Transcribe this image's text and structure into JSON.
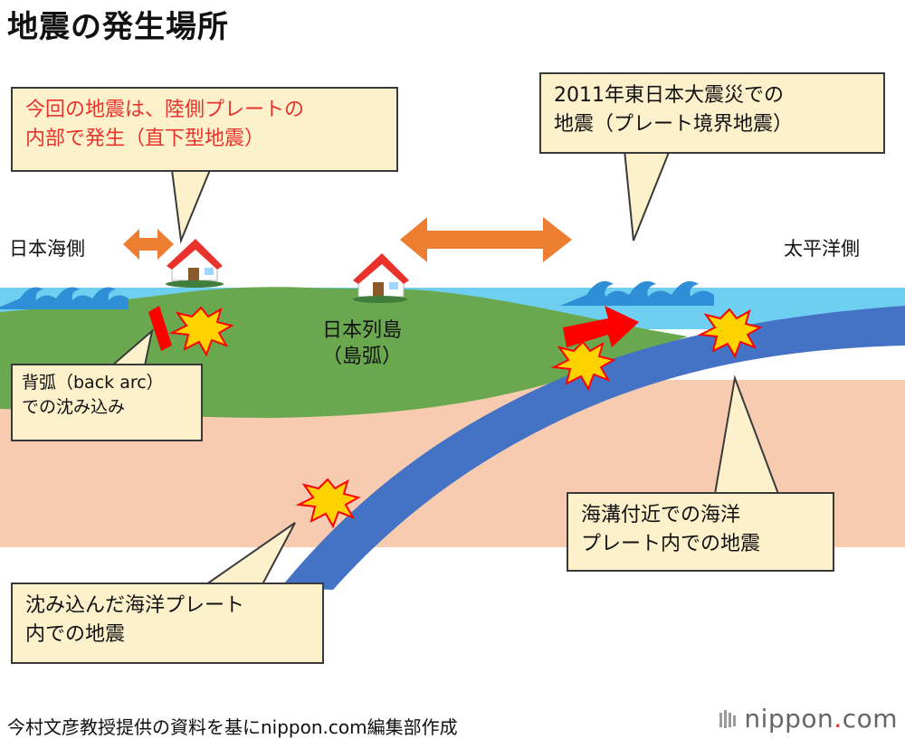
{
  "title": "地震の発生場所",
  "labels": {
    "sea_of_japan_side": "日本海側",
    "pacific_side": "太平洋側",
    "island_line1": "日本列島",
    "island_line2": "（島弧）"
  },
  "callouts": {
    "inland": {
      "line1": "今回の地震は、陸側プレートの",
      "line2": "内部で発生（直下型地震）"
    },
    "tohoku": {
      "line1": "2011年東日本大震災での",
      "line2": "地震（プレート境界地震）"
    },
    "back_arc": {
      "line1": "背弧（back arc）",
      "line2": "での沈み込み"
    },
    "trench": {
      "line1": "海溝付近での海洋",
      "line2": "プレート内での地震"
    },
    "slab": {
      "line1": "沈み込んだ海洋プレート",
      "line2": "内での地震"
    }
  },
  "footer": {
    "credit": "今村文彦教授提供の資料を基にnippon.com編集部作成"
  },
  "brand": {
    "name": "nippon",
    "dot": ".",
    "tld": "com"
  },
  "colors": {
    "sea": "#6ecff1",
    "land_plate": "#6aa84f",
    "mantle": "#f6cbb0",
    "ocean_plate": "#4472c4",
    "arrow_orange": "#ed7d31",
    "push_red": "#ff0000",
    "callout_fill": "#fdf1cc",
    "callout_red_text": "#e8322b",
    "quake_fill": "#ffd200",
    "quake_outline": "#ff0000"
  },
  "icons": [
    "wave-icon",
    "house-icon",
    "earthquake-burst-icon",
    "double-arrow-icon",
    "push-arrow-icon"
  ]
}
